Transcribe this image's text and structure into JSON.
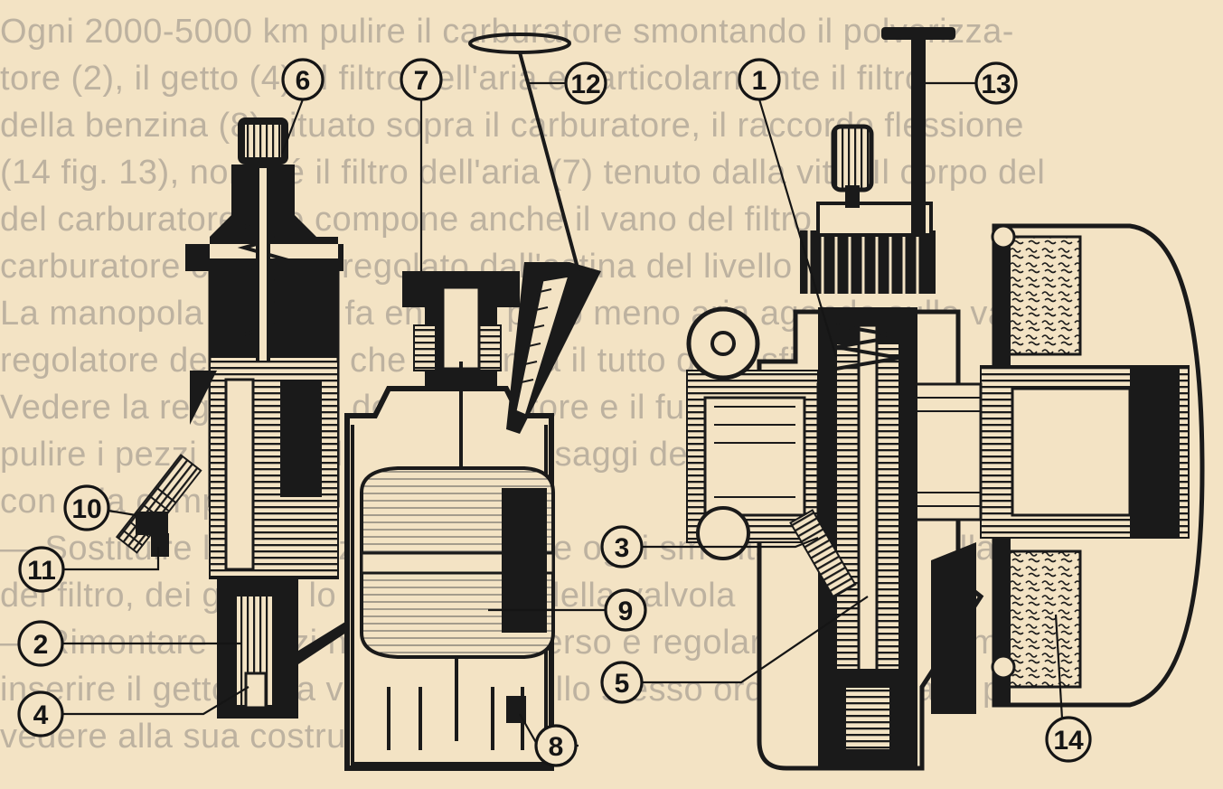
{
  "background_text": [
    {
      "text": "Ogni 2000-5000 km pulire il carburatore smontando il polverizza-"
    },
    {
      "text": "tore (2), il getto (4), il filtro dell'aria e particolarmente il filtro"
    },
    {
      "text": "della benzina (8) situato sopra il carburatore, il raccordo flessione"
    },
    {
      "text": "(14 fig. 13), nonché il filtro dell'aria (7) tenuto dalla vite. Il corpo del"
    },
    {
      "text": "del carburatore che compone anche il vano del filtro del"
    },
    {
      "text": "carburatore con esso regolato dall'astina del livello"
    },
    {
      "text": "La manopola dell'aria fa entrare più o meno aria agendo sulla valvola del"
    },
    {
      "text": "regolatore del minimo che comanda il tutto dello sfiato"
    },
    {
      "text": "Vedere la regolazione del carburatore e il funzionamento"
    },
    {
      "text": "pulire i pezzi e controllare tutti i passaggi dei getti e delle valvole"
    },
    {
      "text": "con aria compressa."
    },
    {
      "text": "— Sostituire le guarnizioni e le molle ogni smontaggio, controllare lo stato"
    },
    {
      "text": "del filtro, dei getti e lo scorrimento della valvola"
    },
    {
      "text": "— Rimontare i pezzi nell'ordine inverso e regolare il minimo a motore caldo"
    },
    {
      "text": "  inserire il getto nella vaschetta e nello stesso ordine ogni caso per"
    },
    {
      "text": "  vedere alla sua costruzione."
    }
  ],
  "callouts": [
    {
      "label": "1"
    },
    {
      "label": "2"
    },
    {
      "label": "3"
    },
    {
      "label": "4"
    },
    {
      "label": "5"
    },
    {
      "label": "6"
    },
    {
      "label": "7"
    },
    {
      "label": "8"
    },
    {
      "label": "9"
    },
    {
      "label": "10"
    },
    {
      "label": "11"
    },
    {
      "label": "12"
    },
    {
      "label": "13"
    },
    {
      "label": "14"
    }
  ]
}
